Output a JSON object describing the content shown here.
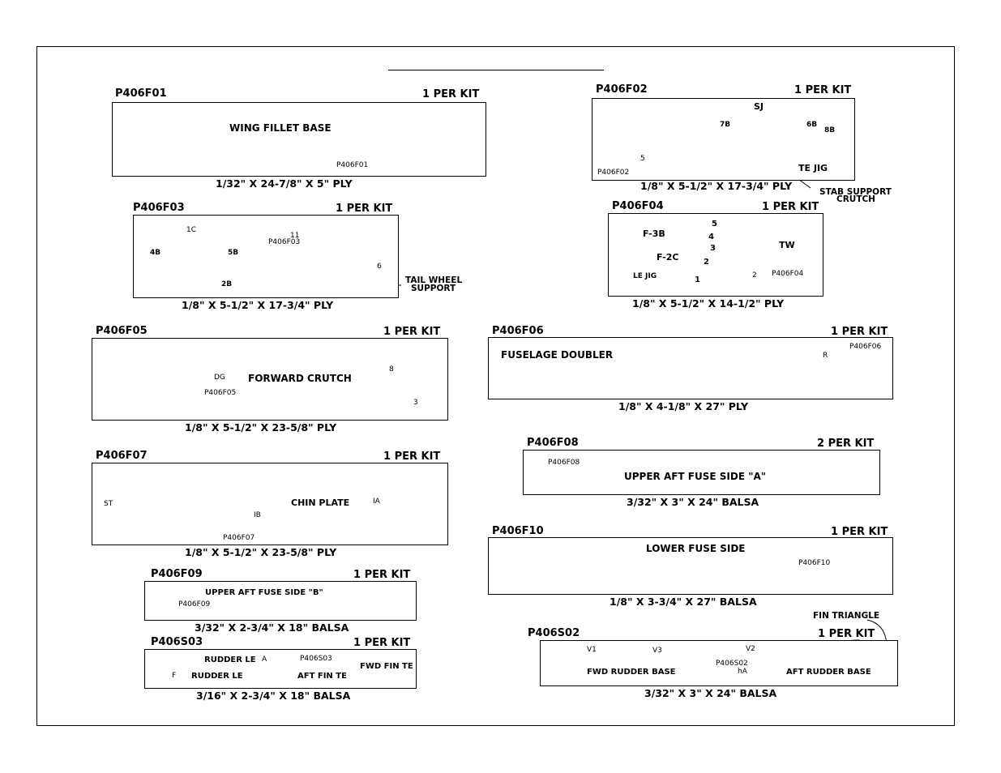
{
  "title": "",
  "parts": {
    "f01": {
      "code": "P406F01",
      "qty": "1 PER KIT",
      "dim": "1/32\" X 24-7/8\" X 5\" PLY",
      "label": "WING FILLET BASE",
      "mark": "P406F01"
    },
    "f02": {
      "code": "P406F02",
      "qty": "1 PER KIT",
      "dim": "1/8\" X 5-1/2\" X 17-3/4\" PLY",
      "mark": "P406F02",
      "labels": [
        "SJ",
        "7B",
        "6B",
        "8B",
        "5",
        "TE JIG"
      ],
      "callout": [
        "STAB SUPPORT",
        "CRUTCH"
      ]
    },
    "f03": {
      "code": "P406F03",
      "qty": "1 PER KIT",
      "dim": "1/8\" X 5-1/2\" X 17-3/4\" PLY",
      "mark": "P406F03",
      "labels": [
        "1C",
        "4B",
        "5B",
        "2B",
        "11",
        "6"
      ],
      "callout": [
        "TAIL WHEEL",
        "SUPPORT"
      ]
    },
    "f04": {
      "code": "P406F04",
      "qty": "1 PER KIT",
      "dim": "1/8\" X 5-1/2\" X 14-1/2\" PLY",
      "mark": "P406F04",
      "labels": [
        "F-3B",
        "F-2C",
        "LE JIG",
        "5",
        "4",
        "3",
        "2",
        "1",
        "TW",
        "2"
      ]
    },
    "f05": {
      "code": "P406F05",
      "qty": "1 PER KIT",
      "dim": "1/8\" X 5-1/2\" X 23-5/8\" PLY",
      "label": "FORWARD CRUTCH",
      "mark": "P406F05",
      "labels": [
        "DG",
        "8",
        "3"
      ]
    },
    "f06": {
      "code": "P406F06",
      "qty": "1 PER KIT",
      "dim": "1/8\" X 4-1/8\" X 27\" PLY",
      "label": "FUSELAGE DOUBLER",
      "mark": "P406F06",
      "labels": [
        "R"
      ]
    },
    "f07": {
      "code": "P406F07",
      "qty": "1 PER KIT",
      "dim": "1/8\" X 5-1/2\" X 23-5/8\" PLY",
      "label": "CHIN PLATE",
      "mark": "P406F07",
      "labels": [
        "ST",
        "IB",
        "IA"
      ]
    },
    "f08": {
      "code": "P406F08",
      "qty": "2 PER KIT",
      "dim": "3/32\" X 3\" X 24\" BALSA",
      "label": "UPPER AFT FUSE SIDE \"A\"",
      "mark": "P406F08"
    },
    "f09": {
      "code": "P406F09",
      "qty": "1 PER KIT",
      "dim": "3/32\" X 2-3/4\" X 18\" BALSA",
      "label": "UPPER AFT FUSE SIDE \"B\"",
      "mark": "P406F09"
    },
    "f10": {
      "code": "P406F10",
      "qty": "1 PER KIT",
      "dim": "1/8\" X 3-3/4\" X 27\" BALSA",
      "label": "LOWER FUSE SIDE",
      "mark": "P406F10"
    },
    "s02": {
      "code": "P406S02",
      "qty": "1 PER KIT",
      "dim": "3/32\" X 3\" X 24\" BALSA",
      "mark": "P406S02",
      "labels": [
        "V1",
        "V3",
        "V2",
        "FWD RUDDER BASE",
        "AFT RUDDER BASE",
        "hA"
      ],
      "callout": "FIN TRIANGLE"
    },
    "s03": {
      "code": "P406S03",
      "qty": "1 PER KIT",
      "dim": "3/16\" X 2-3/4\" X 18\" BALSA",
      "mark": "P406S03",
      "labels": [
        "RUDDER LE",
        "A",
        "F",
        "RUDDER LE",
        "AFT FIN TE",
        "FWD FIN TE"
      ]
    }
  }
}
